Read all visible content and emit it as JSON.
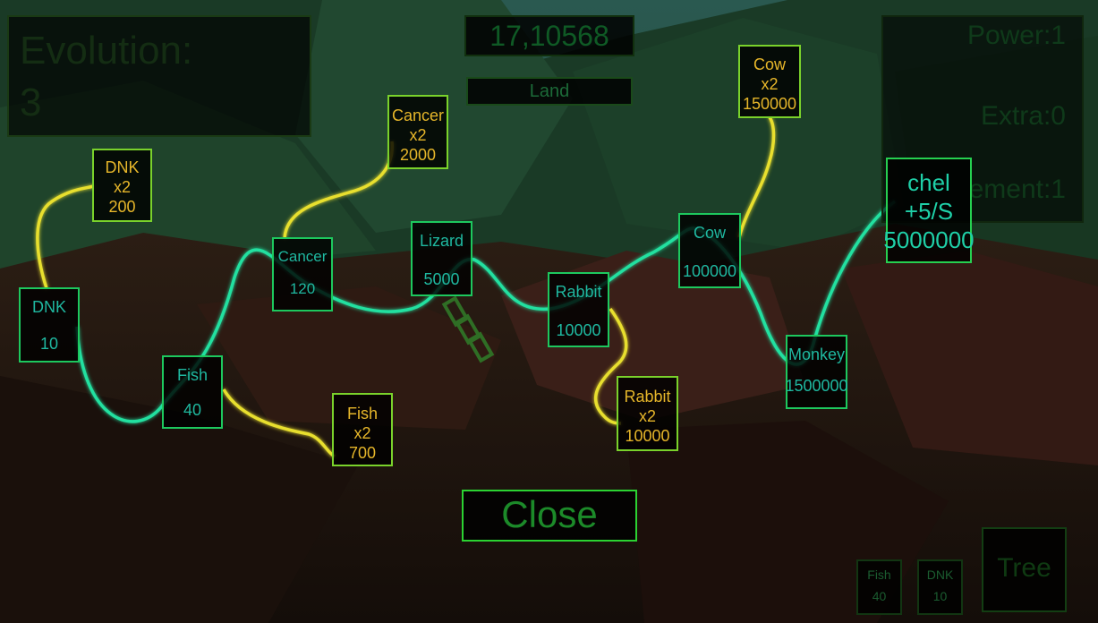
{
  "counter": "17,10568",
  "mode_label": "Land",
  "evolution": {
    "label": "Evolution:",
    "value": "3"
  },
  "stats": {
    "power": "Power:1",
    "extra": "Extra:0",
    "element": "ement:1"
  },
  "close_label": "Close",
  "tree_label": "Tree",
  "nodes": {
    "dnk": {
      "name": "DNK",
      "cost": "10"
    },
    "dnk2": {
      "name": "DNK",
      "mult": "x2",
      "cost": "200"
    },
    "fish": {
      "name": "Fish",
      "cost": "40"
    },
    "fish2": {
      "name": "Fish",
      "mult": "x2",
      "cost": "700"
    },
    "cancer": {
      "name": "Cancer",
      "cost": "120"
    },
    "cancer2": {
      "name": "Cancer",
      "mult": "x2",
      "cost": "2000"
    },
    "lizard": {
      "name": "Lizard",
      "cost": "5000"
    },
    "rabbit": {
      "name": "Rabbit",
      "cost": "10000"
    },
    "rabbit2": {
      "name": "Rabbit",
      "mult": "x2",
      "cost": "10000"
    },
    "cow": {
      "name": "Cow",
      "cost": "100000"
    },
    "cow2": {
      "name": "Cow",
      "mult": "x2",
      "cost": "150000"
    },
    "monkey": {
      "name": "Monkey",
      "cost": "1500000"
    },
    "chel": {
      "name": "chel",
      "rate": "+5/S",
      "cost": "5000000"
    }
  },
  "mini_slots": [
    {
      "name": "Fish",
      "value": "40"
    },
    {
      "name": "DNK",
      "value": "10"
    }
  ],
  "colors": {
    "teal_path": "#23e0a0",
    "yellow_path": "#e8df2e",
    "teal_border": "#1dc85e",
    "yellow_border": "#7ad22b"
  }
}
